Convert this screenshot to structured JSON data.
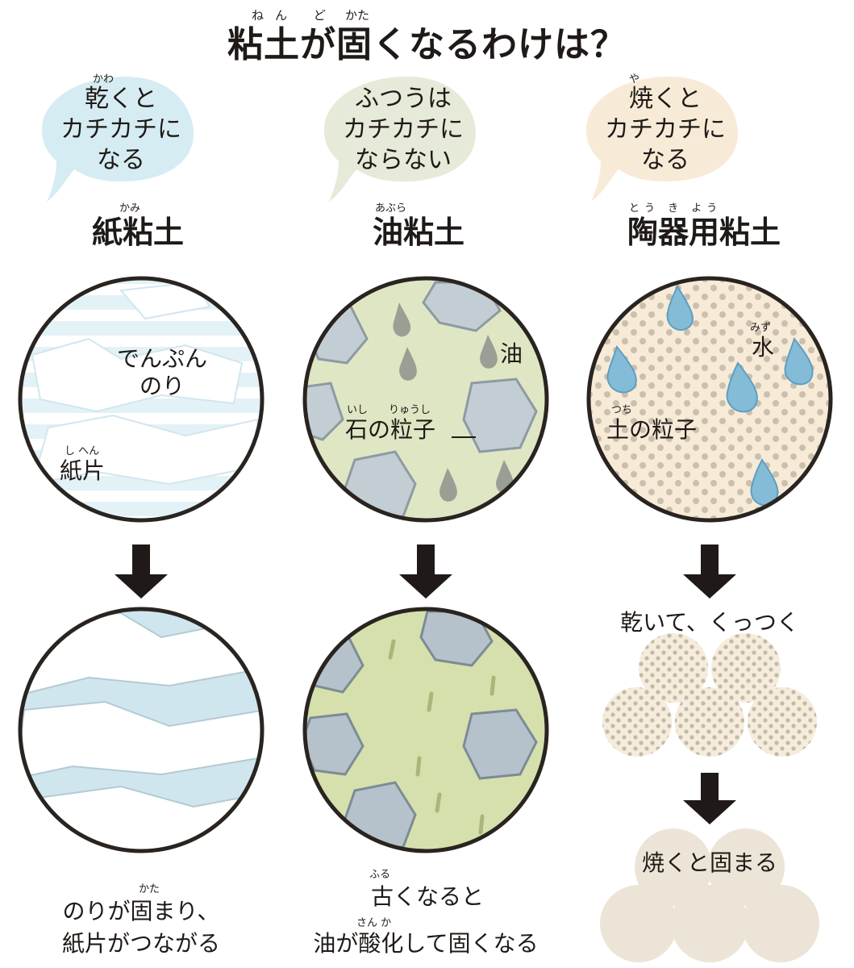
{
  "title": {
    "text": "粘土が固くなるわけは？",
    "ruby_nendo": "ねん ど",
    "ruby_kata": "かた"
  },
  "columns": [
    {
      "id": "paper",
      "bubble": {
        "ruby": "かわ",
        "text": "乾くと\nカチカチに\nなる"
      },
      "clay_name": "紙粘土",
      "clay_ruby": "かみ",
      "labels": {
        "denpun": "でんぷん\nのり",
        "kami_ruby": "し へん",
        "kami": "紙片"
      },
      "caption_ruby": "かた",
      "caption_line1": "のりが固まり、",
      "caption_line2": "紙片がつながる"
    },
    {
      "id": "oil",
      "bubble": {
        "text": "ふつうは\nカチカチに\nならない"
      },
      "clay_name": "油粘土",
      "clay_ruby": "あぶら",
      "labels": {
        "abura": "油",
        "ishi_ruby": "いし　　りゅうし",
        "ishi": "石の粒子"
      },
      "caption_ruby1": "ふる",
      "caption_line1": "古くなると",
      "caption_ruby2": "さん か",
      "caption_line2": "油が酸化して固くなる"
    },
    {
      "id": "ceramic",
      "bubble": {
        "ruby": "や",
        "text": "焼くと\nカチカチに\nなる"
      },
      "clay_name": "陶器用粘土",
      "clay_ruby": "とう き よう",
      "labels": {
        "mizu_ruby": "みず",
        "mizu": "水",
        "tsuchi_ruby": "つち",
        "tsuchi": "土の粒子"
      },
      "step1": "乾いて、くっつく",
      "step2": "焼くと固まる"
    }
  ],
  "colors": {
    "ink": "#1f1a17",
    "paper_blue": "#d6ecf3",
    "oil_green": "#dfe6c4",
    "ceramic_cream": "#f7ebd8",
    "water_blue": "#7fb9d6",
    "stone_gray": "#b8c4cc",
    "baked_beige": "#ece4d6"
  }
}
